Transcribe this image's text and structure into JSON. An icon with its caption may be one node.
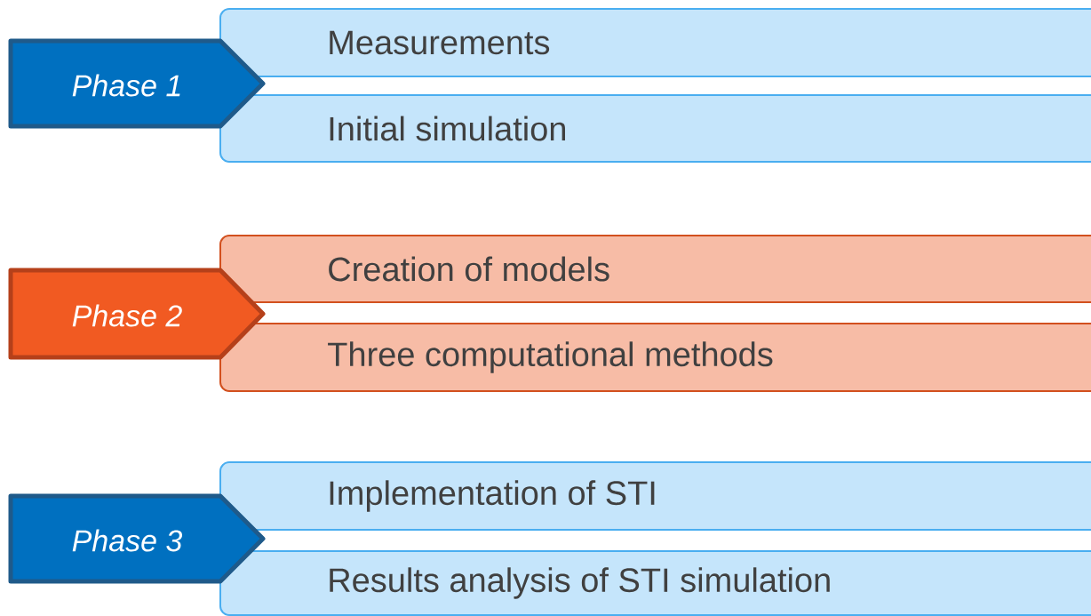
{
  "diagram": {
    "nodes": [
      {
        "text": [
          "Phase 1"
        ]
      },
      {
        "text": [
          "Measurements"
        ]
      },
      {
        "text": [
          "Initial simulation"
        ]
      },
      {
        "text": [
          "Phase 2"
        ]
      },
      {
        "text": [
          "Creation of models"
        ]
      },
      {
        "text": [
          "Three computational methods"
        ]
      },
      {
        "text": [
          "Phase 3"
        ]
      },
      {
        "text": [
          "Implementation of STI"
        ]
      },
      {
        "text": [
          "Results analysis of STI simulation"
        ]
      }
    ]
  }
}
